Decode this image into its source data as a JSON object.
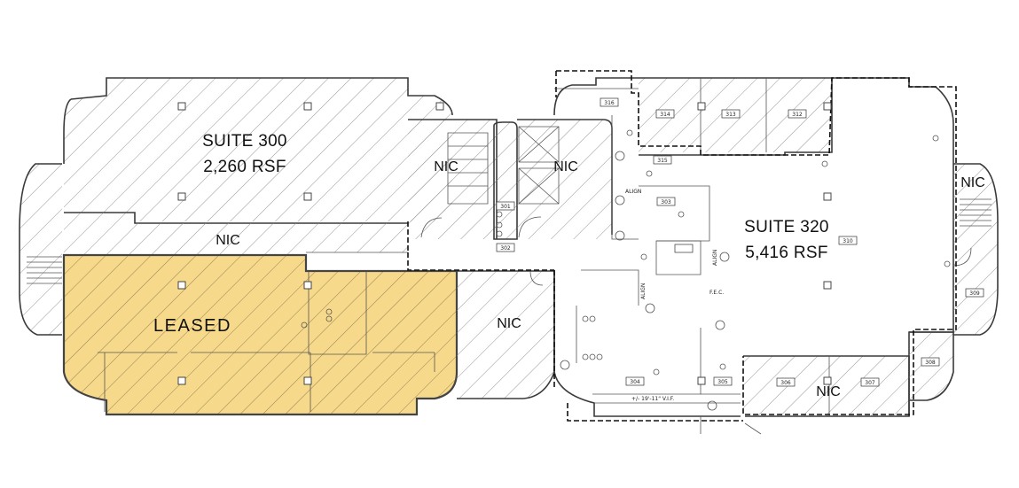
{
  "suites": {
    "s300": {
      "name": "SUITE 300",
      "area": "2,260 RSF"
    },
    "s320": {
      "name": "SUITE 320",
      "area": "5,416 RSF"
    }
  },
  "leased_label": "LEASED",
  "nic_label": "NIC",
  "rooms": {
    "r301": "301",
    "r302": "302",
    "r303": "303",
    "r309": "309",
    "r310": "310",
    "r312": "312",
    "r313": "313",
    "r314": "314",
    "r315": "315",
    "r316": "316",
    "r304": "304",
    "r305": "305",
    "r306": "306",
    "r307": "307",
    "r308": "308"
  },
  "annotations": {
    "align_1": "ALIGN",
    "align_2": "ALIGN",
    "align_3": "ALIGN",
    "fec": "F.E.C.",
    "dim": "+/- 19'-11\" V.I.F."
  },
  "colors": {
    "leased_fill": "#f6d98b",
    "hatch_line": "#8a8a8a",
    "wall": "#3a3a3a"
  }
}
